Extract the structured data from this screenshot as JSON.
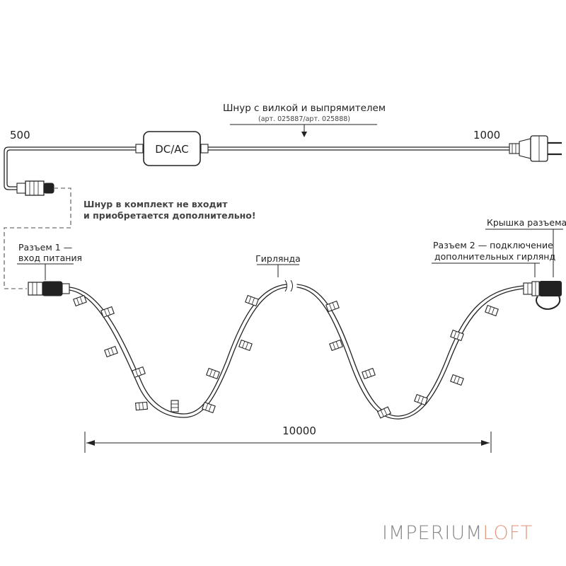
{
  "cord": {
    "title": "Шнур с вилкой и выпрямителем",
    "subtitle": "(арт. 025887/арт. 025888)",
    "adapter_label": "DC/AC",
    "length_left": "500",
    "length_right": "1000"
  },
  "note": {
    "line1": "Шнур в комплект не входит",
    "line2": "и приобретается дополнительно!"
  },
  "connector1": {
    "line1": "Разъем 1 —",
    "line2": "вход питания"
  },
  "garland": {
    "label": "Гирлянда",
    "length": "10000"
  },
  "connector2": {
    "line1": "Разъем 2 — подключение",
    "line2": "дополнительных гирлянд"
  },
  "cap": {
    "label": "Крышка разъема"
  },
  "logo": {
    "part1": "IMPERIUM",
    "part2": "LOFT"
  },
  "colors": {
    "line": "#222222",
    "dashed": "#888888",
    "logo_gray": "#8a8a8a",
    "logo_accent": "#e49a80"
  }
}
